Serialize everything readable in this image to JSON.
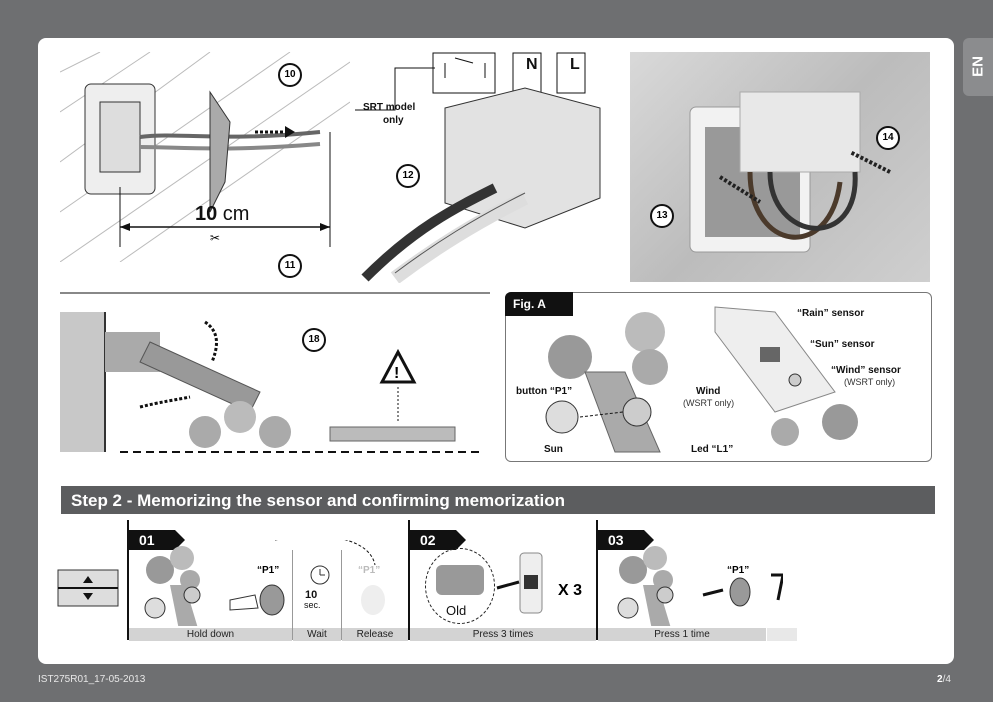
{
  "language_tab": "EN",
  "footer": {
    "code": "IST275R01_17-05-2013",
    "page_current": "2",
    "page_total": "/4"
  },
  "top_left": {
    "measure_bold": "10",
    "measure_unit": " cm",
    "callouts": [
      "10",
      "11"
    ]
  },
  "top_center": {
    "srt_label_1": "SRT model",
    "srt_label_2": "only",
    "terminal_n": "N",
    "terminal_l": "L",
    "callout": "12"
  },
  "top_right": {
    "callouts": [
      "13",
      "14"
    ]
  },
  "middle_left": {
    "callout": "18"
  },
  "fig_a": {
    "tag": "Fig. A",
    "rain": "“Rain” sensor",
    "sun_sensor": "“Sun” sensor",
    "wind_sensor": "“Wind” sensor",
    "wind_sensor_note": "(WSRT only)",
    "button_p1": "button “P1”",
    "wind": "Wind",
    "wind_note": "(WSRT only)",
    "sun": "Sun",
    "led": "Led “L1”"
  },
  "step2": {
    "title": "Step 2 - Memorizing the sensor and confirming memorization",
    "steps": [
      "01",
      "02",
      "03"
    ],
    "p1_label": "“P1”",
    "wait_value": "10",
    "wait_unit": "sec.",
    "old_label": "Old",
    "times": "X 3",
    "captions": [
      "Hold down",
      "Wait",
      "Release",
      "Press 3 times",
      "Press 1 time"
    ]
  }
}
